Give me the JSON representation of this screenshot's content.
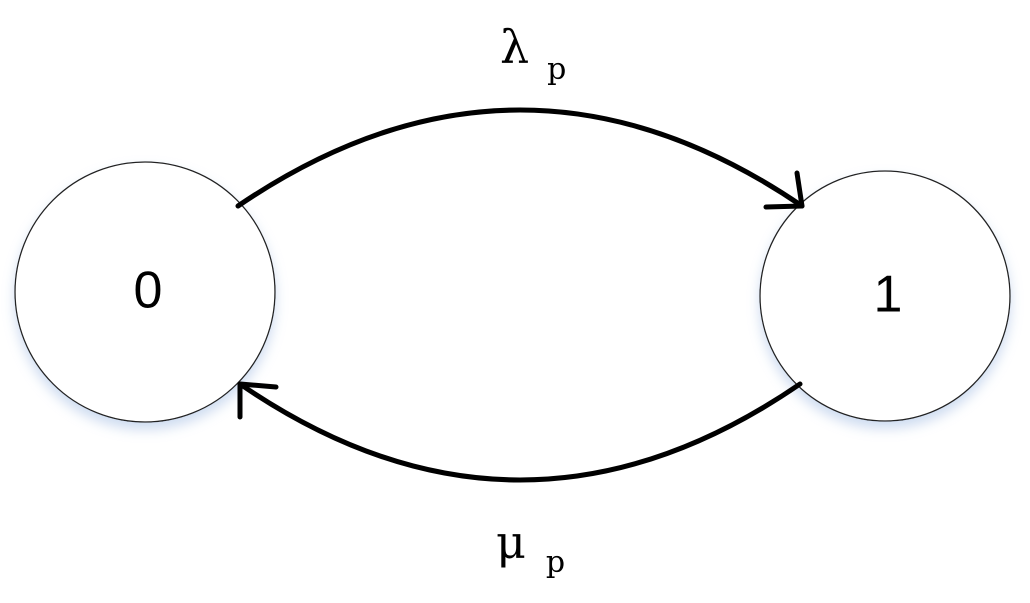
{
  "states": [
    {
      "id": "state-0",
      "label": "0"
    },
    {
      "id": "state-1",
      "label": "1"
    }
  ],
  "transitions": [
    {
      "id": "transition-0-to-1",
      "from": "0",
      "to": "1",
      "rate_symbol": "λ",
      "rate_subscript": "p"
    },
    {
      "id": "transition-1-to-0",
      "from": "1",
      "to": "0",
      "rate_symbol": "μ",
      "rate_subscript": "p"
    }
  ],
  "colors": {
    "edge": "#000000",
    "node_stroke": "#222222",
    "node_fill": "#ffffff",
    "node_shadow": "#c9d8ef"
  }
}
